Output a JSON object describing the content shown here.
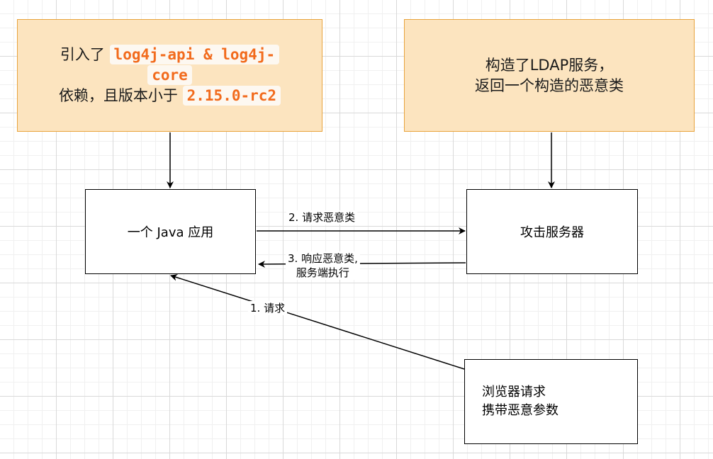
{
  "nodes": {
    "deps_note": {
      "prefix": "引入了",
      "code_api": "log4j-api & log4j-",
      "code_core": "core",
      "middle": "依赖，且版本小于",
      "code_version": "2.15.0-rc2"
    },
    "ldap_note": {
      "line1": "构造了LDAP服务，",
      "line2": "返回一个构造的恶意类"
    },
    "java_app": "一个 Java 应用",
    "attack_server": "攻击服务器",
    "browser": {
      "line1": "浏览器请求",
      "line2": "携带恶意参数"
    }
  },
  "edges": {
    "request_malicious_class": "2. 请求恶意类",
    "response": {
      "line1": "3. 响应恶意类,",
      "line2": "服务端执行"
    },
    "request": "1. 请求"
  },
  "colors": {
    "note_fill": "#fce4bf",
    "note_border": "#e8a33c",
    "code_text": "#f26b1d",
    "stroke": "#000000"
  }
}
